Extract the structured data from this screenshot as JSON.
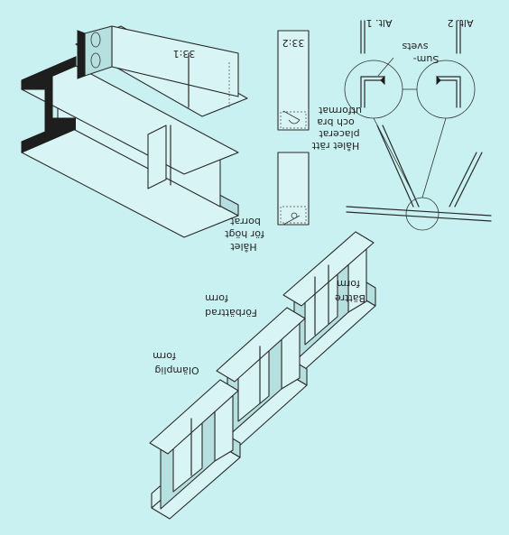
{
  "figure_labels": {
    "fig_33_1": "33:1",
    "fig_33_2": "33:2",
    "alt_1": "Alt. 1",
    "alt_2": "Alt. 2",
    "sum_svets_1": "Sum-",
    "sum_svets_2": "svets",
    "halet_ratt_1": "Hålet rätt",
    "halet_ratt_2": "placerat",
    "halet_ratt_3": "och bra",
    "halet_ratt_4": "utformat",
    "halet_hogt_1": "Hålet",
    "halet_hogt_2": "för högt",
    "halet_hogt_3": "borrat",
    "olamplig_1": "Olämplig",
    "olamplig_2": "form",
    "forbattrad_1": "Förbättrad",
    "forbattrad_2": "form",
    "battre_1": "Bättre",
    "battre_2": "form"
  }
}
